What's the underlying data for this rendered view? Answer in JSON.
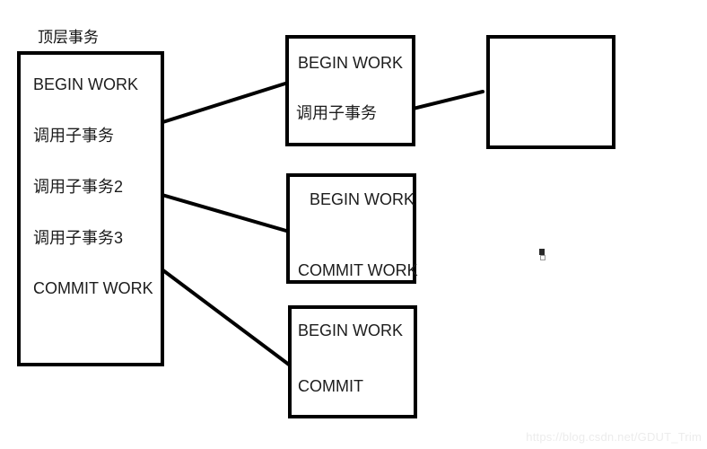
{
  "diagram": {
    "title": "顶层事务",
    "main_box": {
      "lines": [
        "BEGIN WORK",
        "调用子事务",
        "调用子事务2",
        "调用子事务3",
        "COMMIT WORK"
      ]
    },
    "sub_box_1": {
      "lines": [
        "BEGIN WORK",
        "调用子事务"
      ]
    },
    "sub_box_2": {
      "lines": [
        "BEGIN WORK",
        "COMMIT WORK"
      ]
    },
    "sub_box_3": {
      "lines": [
        "BEGIN WORK",
        "COMMIT"
      ]
    },
    "empty_box": {
      "lines": []
    },
    "connections": [
      {
        "from": "main_box.调用子事务",
        "to": "sub_box_1"
      },
      {
        "from": "main_box.调用子事务2",
        "to": "sub_box_2"
      },
      {
        "from": "main_box.调用子事务3",
        "to": "sub_box_3"
      },
      {
        "from": "sub_box_1.调用子事务",
        "to": "empty_box"
      }
    ],
    "line_color": "#000000",
    "box_border_color": "#000000",
    "background_color": "#ffffff"
  },
  "watermark": {
    "text": "https://blog.csdn.net/GDUT_Trim",
    "color": "#ececec"
  }
}
